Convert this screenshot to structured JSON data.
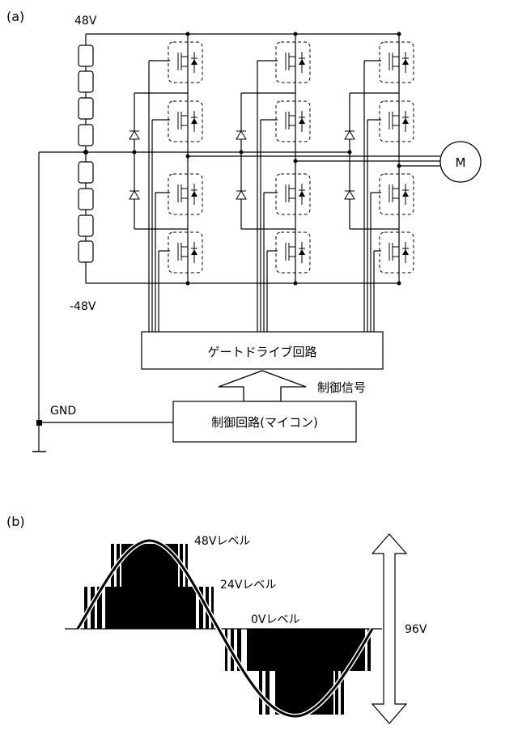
{
  "figure_a": {
    "label": "(a)",
    "voltage_top": "48V",
    "voltage_bottom": "-48V",
    "gnd_label": "GND",
    "motor_label": "M",
    "gate_drive_label": "ゲートドライブ回路",
    "control_signal_label": "制御信号",
    "controller_label": "制御回路(マイコン)"
  },
  "figure_b": {
    "label": "(b)",
    "level_48": "48Vレベル",
    "level_24": "24Vレベル",
    "level_0": "0Vレベル",
    "span_label": "96V"
  }
}
